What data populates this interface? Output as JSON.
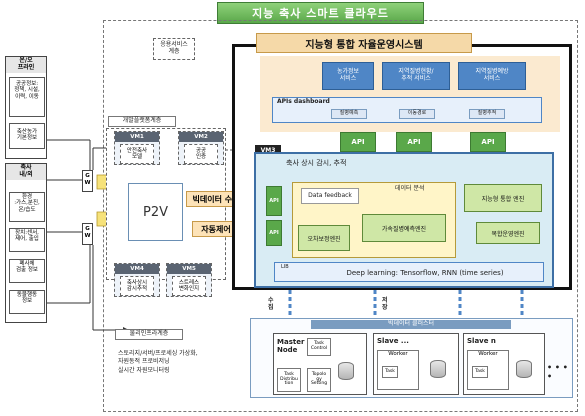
{
  "banner": "지능 축사 스마트 클라우드",
  "left": {
    "group1_title": "온/오\n프라인",
    "group1_items": [
      "공공정보:\n정책, 시설,\n이력, 이동",
      "축산농가\n기본정보"
    ],
    "group2_title": "축사\n내/외",
    "group2_items": [
      "환경\n:가스,분진,\n온/습도",
      "장치:센서,\n제어, 출입",
      "폐사체\n검출 정보",
      "동물행동\n정보"
    ],
    "gw": "G\nW"
  },
  "service": {
    "app_layer": "응용서비스\n계층",
    "dev_layer": "개발플랫폼계층",
    "infra_layer": "물리인프라계층",
    "infra_desc": "스토리지/서버/프로세싱 가상화,\n자원동적 프로비저닝\n실시간 자원모니터링",
    "p2v": "P2V",
    "bigdata_collect": "빅데이터 수집",
    "auto_control": "자동제어",
    "vms": [
      {
        "tag": "VM1",
        "body": "안전축사\n모델"
      },
      {
        "tag": "VM2",
        "body": "공공\n인증"
      },
      {
        "tag": "VM4",
        "body": "축사상시\n감시추적"
      },
      {
        "tag": "VM5",
        "body": "스트레스\n변화인지"
      }
    ],
    "vm3": "VM3"
  },
  "system": {
    "title": "지능형 통합 자율운영시스템",
    "top_services": [
      "농가정보\n서비스",
      "지역질병현황/\n추적 서비스",
      "지역질병예방\n서비스"
    ],
    "apis_dashboard": "APIs dashboard",
    "dash_items": [
      "질병예측",
      "이동경로",
      "질병추적"
    ],
    "api_label": "API",
    "monitor": "축사 상시 감시, 추적",
    "side_api": "API",
    "data_feedback": "Data feedback",
    "data_analysis": "데이터 분석",
    "err_engine": "오차보정엔진",
    "accel_engine": "가속질병예측엔진",
    "integrated_engine": "지능형 통합 엔진",
    "compound_engine": "복합운영엔진",
    "lib": "LIB",
    "deep_learning": "Deep learning: Tensorflow, RNN (time series)"
  },
  "cluster": {
    "collect": "수\n집",
    "store": "저\n장",
    "title": "빅데이터 클러스터",
    "master": "Master\nNode",
    "slave1": "Slave ...",
    "slaven": "Slave n",
    "worker": "Worker",
    "task_control": "Task\nControl",
    "task_dist": "Task\nDistribu\ntion",
    "topology": "Topolo\ngy\nSetting",
    "task": "Task",
    "dots": "• • • •"
  }
}
